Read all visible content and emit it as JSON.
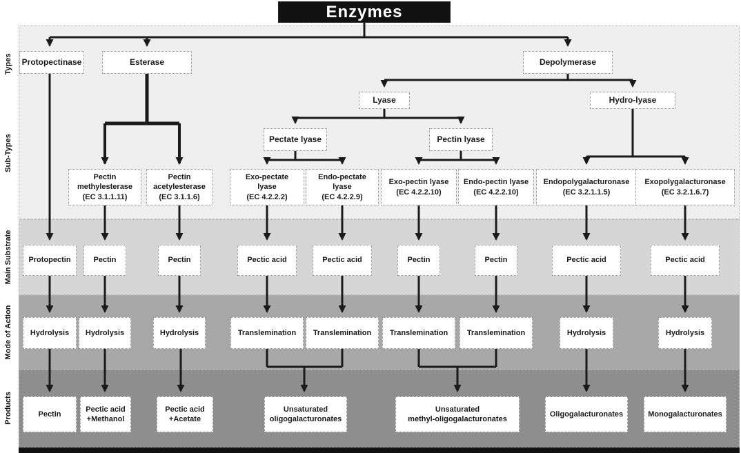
{
  "title": "Enzymes",
  "row_labels": [
    "Types",
    "Sub-Types",
    "Main Substrate",
    "Mode of Action",
    "Products"
  ],
  "colors": {
    "band_types_subtypes": "#efefef",
    "band_main_substrate": "#d6d6d6",
    "band_mode_of_action": "#a8a8a8",
    "band_products": "#8e8e8e",
    "title_bg": "#111111",
    "box_bg": "#ffffff",
    "line": "#1a1a1a"
  },
  "types": {
    "protopectinase": "Protopectinase",
    "esterase": "Esterase",
    "depolymerase": "Depolymerase"
  },
  "subtypes": {
    "lyase": "Lyase",
    "hydro_lyase": "Hydro-lyase",
    "pectate_lyase": "Pectate lyase",
    "pectin_lyase": "Pectin lyase",
    "pectin_methylesterase": "Pectin\nmethylesterase\n(EC 3.1.1.11)",
    "pectin_acetylesterase": "Pectin\nacetylesterase\n(EC 3.1.1.6)",
    "exo_pectate_lyase": "Exo-pectate\nlyase\n(EC 4.2.2.2)",
    "endo_pectate_lyase": "Endo-pectate\nlyase\n(EC 4.2.2.9)",
    "exo_pectin_lyase": "Exo-pectin lyase\n(EC 4.2.2.10)",
    "endo_pectin_lyase": "Endo-pectin lyase\n(EC 4.2.2.10)",
    "endopolygalacturonase": "Endopolygalacturonase\n(EC 3.2.1.1.5)",
    "exopolygalacturonase": "Exopolygalacturonase\n(EC 3.2.1.6.7)"
  },
  "substrates": [
    "Protopectin",
    "Pectin",
    "Pectin",
    "Pectic acid",
    "Pectic acid",
    "Pectin",
    "Pectin",
    "Pectic acid",
    "Pectic acid"
  ],
  "modes": [
    "Hydrolysis",
    "Hydrolysis",
    "Hydrolysis",
    "Translemination",
    "Translemination",
    "Translemination",
    "Translemination",
    "Hydrolysis",
    "Hydrolysis"
  ],
  "products": [
    "Pectin",
    "Pectic acid\n+Methanol",
    "Pectic acid\n+Acetate",
    "Unsaturated\noligogalacturonates",
    "Unsaturated\nmethyl-oligogalacturonates",
    "Oligogalacturonates",
    "Monogalacturonates"
  ]
}
